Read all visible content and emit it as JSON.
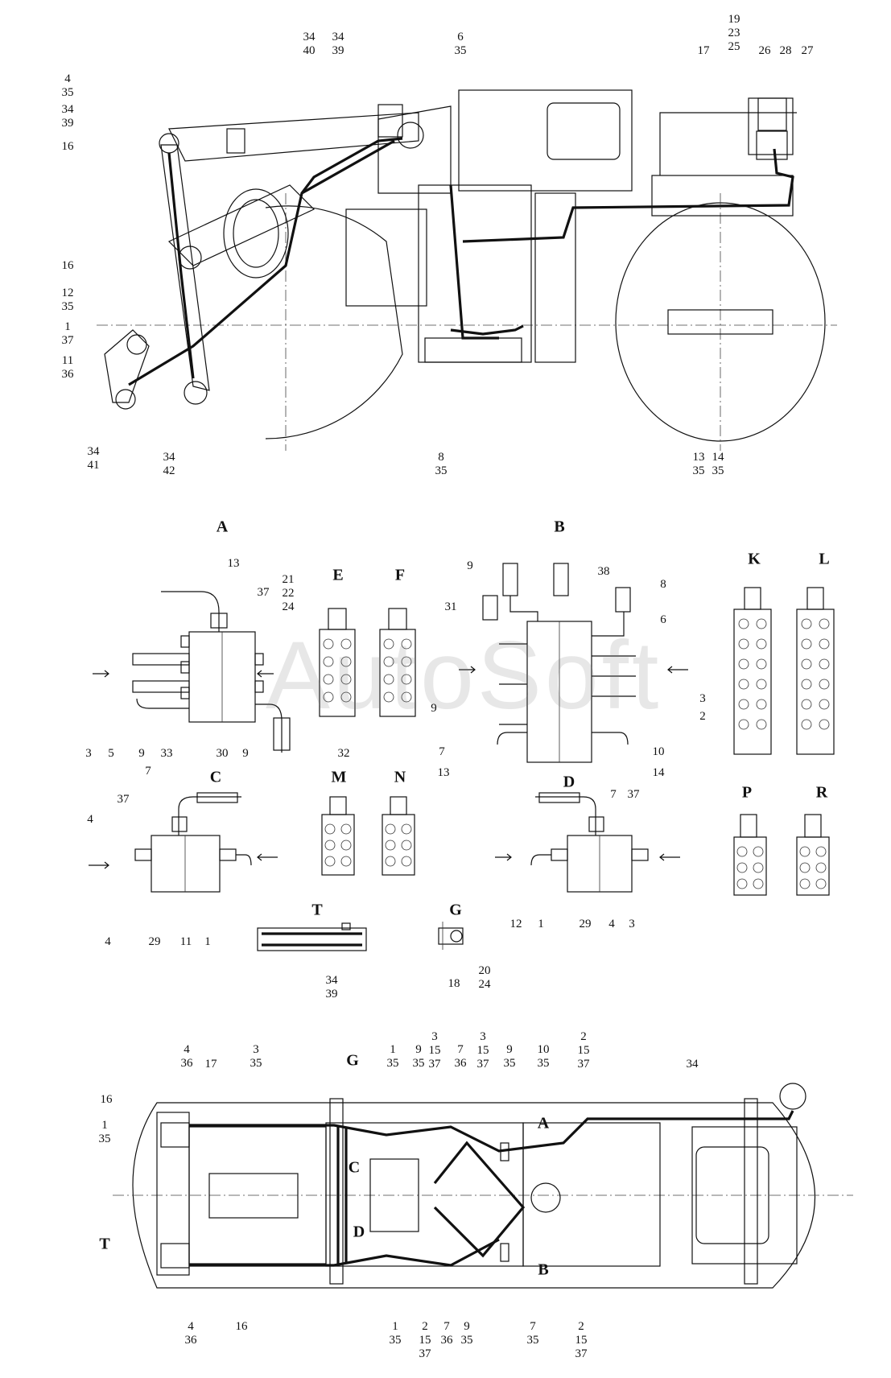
{
  "watermark": "AutoSoft",
  "views": {
    "A": "A",
    "B": "B",
    "C": "C",
    "D": "D",
    "E": "E",
    "F": "F",
    "G": "G",
    "K": "K",
    "L": "L",
    "M": "M",
    "N": "N",
    "P": "P",
    "R": "R",
    "T": "T"
  },
  "callouts_side": [
    [
      "34",
      "40"
    ],
    [
      "34",
      "39"
    ],
    [
      "6",
      "35"
    ],
    [
      "19",
      "23",
      "25"
    ],
    [
      "17"
    ],
    [
      "26"
    ],
    [
      "28"
    ],
    [
      "27"
    ],
    [
      "4",
      "35"
    ],
    [
      "34",
      "39"
    ],
    [
      "16"
    ],
    [
      "16"
    ],
    [
      "12",
      "35"
    ],
    [
      "1",
      "37"
    ],
    [
      "11",
      "36"
    ],
    [
      "34",
      "41"
    ],
    [
      "34",
      "42"
    ],
    [
      "8",
      "35"
    ],
    [
      "13",
      "35"
    ],
    [
      "14",
      "35"
    ]
  ],
  "callouts_details": [
    [
      "13"
    ],
    [
      "37"
    ],
    [
      "21",
      "22",
      "24"
    ],
    [
      "E"
    ],
    [
      "F"
    ],
    [
      "3"
    ],
    [
      "5"
    ],
    [
      "9"
    ],
    [
      "33"
    ],
    [
      "30"
    ],
    [
      "9"
    ],
    [
      "32"
    ],
    [
      "9"
    ],
    [
      "38"
    ],
    [
      "8"
    ],
    [
      "31"
    ],
    [
      "6"
    ],
    [
      "K"
    ],
    [
      "L"
    ],
    [
      "9"
    ],
    [
      "3"
    ],
    [
      "2"
    ],
    [
      "7"
    ],
    [
      "10"
    ],
    [
      "13"
    ],
    [
      "14"
    ],
    [
      "7"
    ],
    [
      "37"
    ],
    [
      "4"
    ],
    [
      "M"
    ],
    [
      "N"
    ],
    [
      "4"
    ],
    [
      "29"
    ],
    [
      "11"
    ],
    [
      "1"
    ],
    [
      "7"
    ],
    [
      "37"
    ],
    [
      "P"
    ],
    [
      "R"
    ],
    [
      "12"
    ],
    [
      "1"
    ],
    [
      "29"
    ],
    [
      "4"
    ],
    [
      "3"
    ],
    [
      "34",
      "39"
    ],
    [
      "18"
    ],
    [
      "20",
      "24"
    ]
  ],
  "callouts_plan": [
    [
      "4",
      "36"
    ],
    [
      "17"
    ],
    [
      "3",
      "35"
    ],
    [
      "G"
    ],
    [
      "1",
      "35"
    ],
    [
      "9",
      "35"
    ],
    [
      "3",
      "15",
      "37"
    ],
    [
      "7",
      "36"
    ],
    [
      "3",
      "15",
      "37"
    ],
    [
      "9",
      "35"
    ],
    [
      "10",
      "35"
    ],
    [
      "2",
      "15",
      "37"
    ],
    [
      "34"
    ],
    [
      "16"
    ],
    [
      "1",
      "35"
    ],
    [
      "T"
    ],
    [
      "C"
    ],
    [
      "D"
    ],
    [
      "A"
    ],
    [
      "B"
    ],
    [
      "4",
      "36"
    ],
    [
      "16"
    ],
    [
      "1",
      "35"
    ],
    [
      "2",
      "15",
      "37"
    ],
    [
      "7",
      "36"
    ],
    [
      "9",
      "35"
    ],
    [
      "7",
      "35"
    ],
    [
      "2",
      "15",
      "37"
    ]
  ]
}
